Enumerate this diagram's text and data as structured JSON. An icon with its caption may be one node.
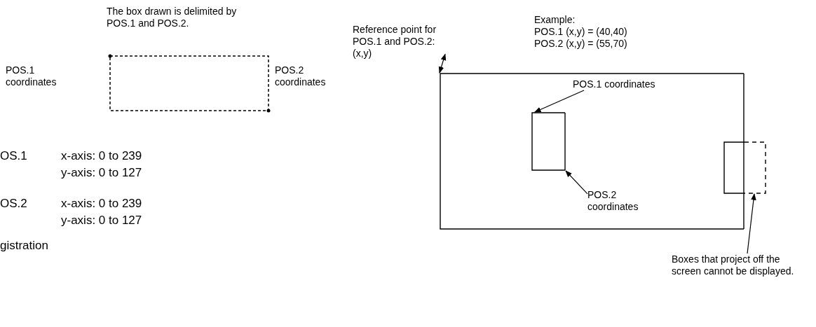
{
  "diagram": {
    "nodes": [
      {
        "text": [
          "Reference point for POS.1 and POS.2: (x,y)"
        ]
      },
      {
        "text": [],
        "shape": "box"
      },
      {
        "text": [
          "POS.1 coordinates"
        ],
        "in": 1
      },
      {
        "text": [],
        "shape": "box",
        "in": 1
      },
      {
        "text": [
          "POS.2 coordinates"
        ],
        "in": 1
      },
      {
        "text": [],
        "shape": "box"
      },
      {
        "text": [
          "Boxes that project off the screen cannot be displayed."
        ]
      }
    ],
    "edges": [
      {
        "from": 0,
        "to": 1,
        "arrow": "both"
      },
      {
        "from": 2,
        "to": 3,
        "arrow": "to"
      },
      {
        "from": 4,
        "to": 3,
        "arrow": "to"
      },
      {
        "from": 6,
        "to": 5,
        "arrow": "to"
      }
    ],
    "labels": [
      "The box drawn is delimited by POS.1 and POS.2.",
      "POS.1 coordinates",
      "POS.2 coordinates",
      "Example:",
      "POS.1 (x,y) = (40,40)",
      "POS.2 (x,y) = (55,70)",
      "OS.1",
      "x-axis: 0 to 239",
      "y-axis: 0 to 127",
      "OS.2",
      "x-axis: 0 to 239",
      "y-axis: 0 to 127",
      "gistration"
    ]
  }
}
